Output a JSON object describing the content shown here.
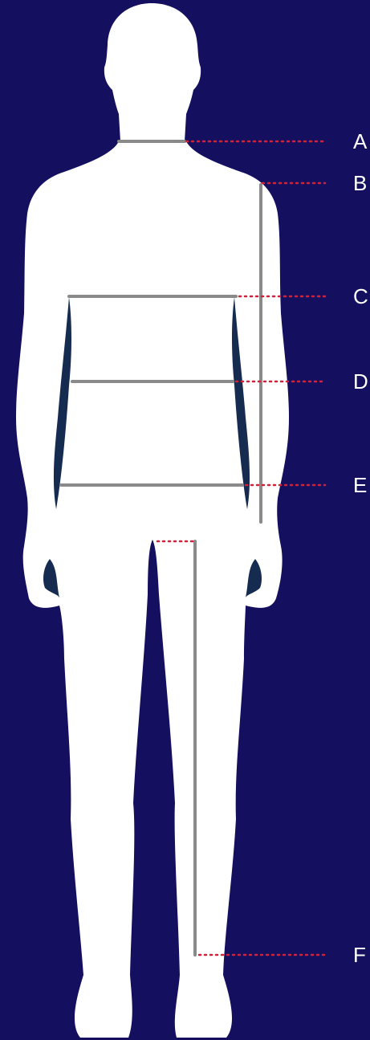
{
  "colors": {
    "background": "#140f5f",
    "figure": "#ffffff",
    "shadow": "#152b4f",
    "measure_line": "#8a8a8a",
    "leader_dots": "#d0223a",
    "label_text": "#ffffff"
  },
  "labels": {
    "a": "A",
    "b": "B",
    "c": "C",
    "d": "D",
    "e": "E",
    "f": "F"
  }
}
